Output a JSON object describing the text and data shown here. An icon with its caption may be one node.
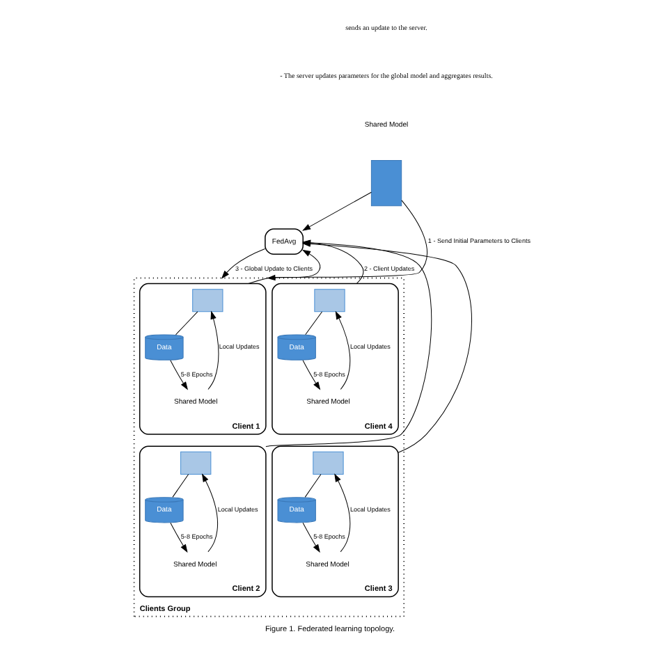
{
  "diagram": {
    "caption": "Figure 1. Federated learning topology.",
    "nodes": [
      {
        "text": [
          "Shared Model"
        ]
      },
      {
        "text": [],
        "shape": "box"
      },
      {
        "text": [
          "FedAvg"
        ]
      },
      {
        "text": [
          "Clients Group"
        ]
      },
      {
        "text": [
          "Client 1"
        ],
        "in": 3
      },
      {
        "text": [],
        "shape": "box",
        "in": 4
      },
      {
        "text": [
          "Data"
        ],
        "in": 4
      },
      {
        "text": [
          "Shared Model"
        ],
        "in": 4
      },
      {
        "text": [
          "Client 4"
        ],
        "in": 3
      },
      {
        "text": [],
        "shape": "box",
        "in": 8
      },
      {
        "text": [
          "Data"
        ],
        "in": 8
      },
      {
        "text": [
          "Shared Model"
        ],
        "in": 8
      },
      {
        "text": [
          "Client 2"
        ],
        "in": 3
      },
      {
        "text": [],
        "shape": "box",
        "in": 12
      },
      {
        "text": [
          "Data"
        ],
        "in": 12
      },
      {
        "text": [
          "Shared Model"
        ],
        "in": 12
      },
      {
        "text": [
          "Client 3"
        ],
        "in": 3
      },
      {
        "text": [],
        "shape": "box",
        "in": 16
      },
      {
        "text": [
          "Data"
        ],
        "in": 16
      },
      {
        "text": [
          "Shared Model"
        ],
        "in": 16
      }
    ],
    "edges": [
      {
        "from": 1,
        "to": 3,
        "arrow": "to",
        "label": "1 - Send Initial Parameters to Clients"
      },
      {
        "from": 1,
        "to": 2,
        "arrow": "to"
      },
      {
        "from": 2,
        "to": 3,
        "arrow": "to",
        "label": "3 - Global Update to Clients"
      },
      {
        "from": 4,
        "to": 2,
        "arrow": "to"
      },
      {
        "from": 8,
        "to": 2,
        "arrow": "to",
        "label": "2 - Client Updates"
      },
      {
        "from": 12,
        "to": 2,
        "arrow": "to"
      },
      {
        "from": 16,
        "to": 2,
        "arrow": "to"
      },
      {
        "from": 5,
        "to": 6,
        "arrow": "none"
      },
      {
        "from": 6,
        "to": 7,
        "arrow": "to",
        "label": "5-8 Epochs"
      },
      {
        "from": 7,
        "to": 5,
        "arrow": "to",
        "label": "Local Updates"
      },
      {
        "from": 9,
        "to": 10,
        "arrow": "none"
      },
      {
        "from": 10,
        "to": 11,
        "arrow": "to",
        "label": "5-8 Epochs"
      },
      {
        "from": 11,
        "to": 9,
        "arrow": "to",
        "label": "Local Updates"
      },
      {
        "from": 13,
        "to": 14,
        "arrow": "none"
      },
      {
        "from": 14,
        "to": 15,
        "arrow": "to",
        "label": "5-8 Epochs"
      },
      {
        "from": 15,
        "to": 13,
        "arrow": "to",
        "label": "Local Updates"
      },
      {
        "from": 17,
        "to": 18,
        "arrow": "none"
      },
      {
        "from": 18,
        "to": 19,
        "arrow": "to",
        "label": "5-8 Epochs"
      },
      {
        "from": 19,
        "to": 17,
        "arrow": "to",
        "label": "Local Updates"
      }
    ],
    "labels": [
      "sends an update to the server.",
      "- The server updates parameters for the global model and aggregates results."
    ]
  }
}
